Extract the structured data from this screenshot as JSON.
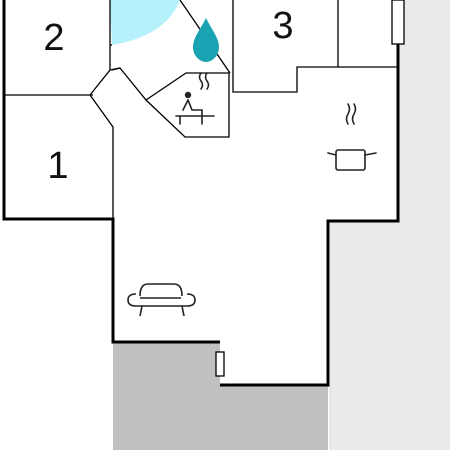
{
  "rooms": [
    {
      "label": "1"
    },
    {
      "label": "2"
    },
    {
      "label": "3"
    }
  ],
  "icons": [
    "pool-icon",
    "water-drop-icon",
    "sauna-icon",
    "kitchen-pot-icon",
    "sofa-icon"
  ],
  "colors": {
    "wall": "#000000",
    "pool": "#b5f1fa",
    "terrace": "#eaeaea",
    "paved_area": "#c0c0c0",
    "floor": "#ffffff",
    "drop": "#1aa3b3"
  }
}
